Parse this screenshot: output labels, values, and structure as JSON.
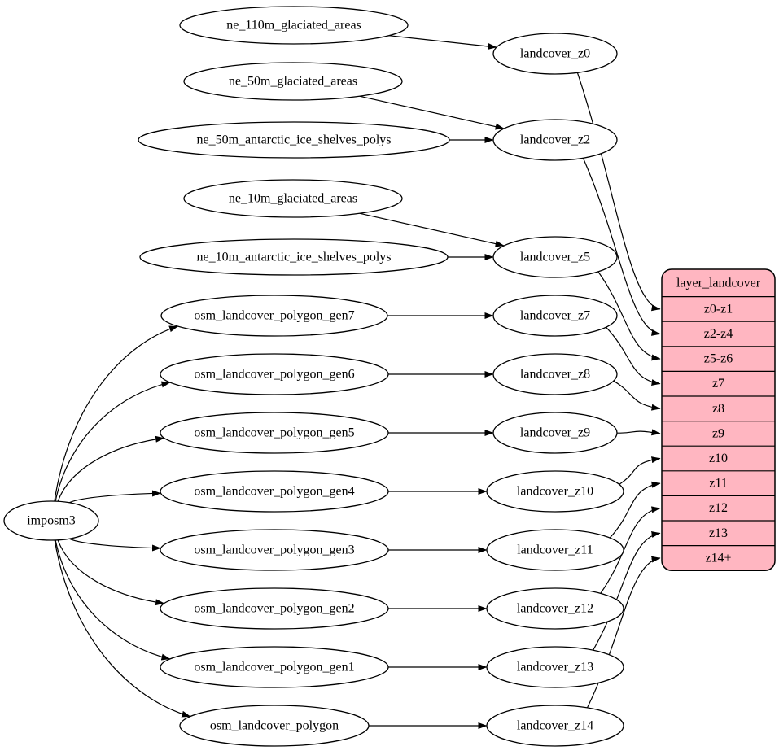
{
  "diagram": {
    "background_color": "#ffffff",
    "node_fill": "#ffffff",
    "node_border_color": "#000000",
    "edge_color": "#000000",
    "text_color": "#000000",
    "nodes": [
      {
        "id": "imposm3",
        "label": "imposm3"
      },
      {
        "id": "ne_110m_glaciated_areas",
        "label": "ne_110m_glaciated_areas"
      },
      {
        "id": "ne_50m_glaciated_areas",
        "label": "ne_50m_glaciated_areas"
      },
      {
        "id": "ne_50m_antarctic_ice_shelves_polys",
        "label": "ne_50m_antarctic_ice_shelves_polys"
      },
      {
        "id": "ne_10m_glaciated_areas",
        "label": "ne_10m_glaciated_areas"
      },
      {
        "id": "ne_10m_antarctic_ice_shelves_polys",
        "label": "ne_10m_antarctic_ice_shelves_polys"
      },
      {
        "id": "osm_landcover_polygon_gen7",
        "label": "osm_landcover_polygon_gen7"
      },
      {
        "id": "osm_landcover_polygon_gen6",
        "label": "osm_landcover_polygon_gen6"
      },
      {
        "id": "osm_landcover_polygon_gen5",
        "label": "osm_landcover_polygon_gen5"
      },
      {
        "id": "osm_landcover_polygon_gen4",
        "label": "osm_landcover_polygon_gen4"
      },
      {
        "id": "osm_landcover_polygon_gen3",
        "label": "osm_landcover_polygon_gen3"
      },
      {
        "id": "osm_landcover_polygon_gen2",
        "label": "osm_landcover_polygon_gen2"
      },
      {
        "id": "osm_landcover_polygon_gen1",
        "label": "osm_landcover_polygon_gen1"
      },
      {
        "id": "osm_landcover_polygon",
        "label": "osm_landcover_polygon"
      },
      {
        "id": "landcover_z0",
        "label": "landcover_z0"
      },
      {
        "id": "landcover_z2",
        "label": "landcover_z2"
      },
      {
        "id": "landcover_z5",
        "label": "landcover_z5"
      },
      {
        "id": "landcover_z7",
        "label": "landcover_z7"
      },
      {
        "id": "landcover_z8",
        "label": "landcover_z8"
      },
      {
        "id": "landcover_z9",
        "label": "landcover_z9"
      },
      {
        "id": "landcover_z10",
        "label": "landcover_z10"
      },
      {
        "id": "landcover_z11",
        "label": "landcover_z11"
      },
      {
        "id": "landcover_z12",
        "label": "landcover_z12"
      },
      {
        "id": "landcover_z13",
        "label": "landcover_z13"
      },
      {
        "id": "landcover_z14",
        "label": "landcover_z14"
      }
    ],
    "edges": [
      {
        "from": "imposm3",
        "to": "osm_landcover_polygon_gen7"
      },
      {
        "from": "imposm3",
        "to": "osm_landcover_polygon_gen6"
      },
      {
        "from": "imposm3",
        "to": "osm_landcover_polygon_gen5"
      },
      {
        "from": "imposm3",
        "to": "osm_landcover_polygon_gen4"
      },
      {
        "from": "imposm3",
        "to": "osm_landcover_polygon_gen3"
      },
      {
        "from": "imposm3",
        "to": "osm_landcover_polygon_gen2"
      },
      {
        "from": "imposm3",
        "to": "osm_landcover_polygon_gen1"
      },
      {
        "from": "imposm3",
        "to": "osm_landcover_polygon"
      },
      {
        "from": "ne_110m_glaciated_areas",
        "to": "landcover_z0"
      },
      {
        "from": "ne_50m_glaciated_areas",
        "to": "landcover_z2"
      },
      {
        "from": "ne_50m_antarctic_ice_shelves_polys",
        "to": "landcover_z2"
      },
      {
        "from": "ne_10m_glaciated_areas",
        "to": "landcover_z5"
      },
      {
        "from": "ne_10m_antarctic_ice_shelves_polys",
        "to": "landcover_z5"
      },
      {
        "from": "osm_landcover_polygon_gen7",
        "to": "landcover_z7"
      },
      {
        "from": "osm_landcover_polygon_gen6",
        "to": "landcover_z8"
      },
      {
        "from": "osm_landcover_polygon_gen5",
        "to": "landcover_z9"
      },
      {
        "from": "osm_landcover_polygon_gen4",
        "to": "landcover_z10"
      },
      {
        "from": "osm_landcover_polygon_gen3",
        "to": "landcover_z11"
      },
      {
        "from": "osm_landcover_polygon_gen2",
        "to": "landcover_z12"
      },
      {
        "from": "osm_landcover_polygon_gen1",
        "to": "landcover_z13"
      },
      {
        "from": "osm_landcover_polygon",
        "to": "landcover_z14"
      },
      {
        "from": "landcover_z0",
        "to_table_row": "z0-z1"
      },
      {
        "from": "landcover_z2",
        "to_table_row": "z2-z4"
      },
      {
        "from": "landcover_z5",
        "to_table_row": "z5-z6"
      },
      {
        "from": "landcover_z7",
        "to_table_row": "z7"
      },
      {
        "from": "landcover_z8",
        "to_table_row": "z8"
      },
      {
        "from": "landcover_z9",
        "to_table_row": "z9"
      },
      {
        "from": "landcover_z10",
        "to_table_row": "z10"
      },
      {
        "from": "landcover_z11",
        "to_table_row": "z11"
      },
      {
        "from": "landcover_z12",
        "to_table_row": "z12"
      },
      {
        "from": "landcover_z13",
        "to_table_row": "z13"
      },
      {
        "from": "landcover_z14",
        "to_table_row": "z14+"
      }
    ],
    "table": {
      "id": "layer_landcover",
      "title": "layer_landcover",
      "fill": "#ffb6c1",
      "border_color": "#000000",
      "rows": [
        "z0-z1",
        "z2-z4",
        "z5-z6",
        "z7",
        "z8",
        "z9",
        "z10",
        "z11",
        "z12",
        "z13",
        "z14+"
      ]
    }
  }
}
